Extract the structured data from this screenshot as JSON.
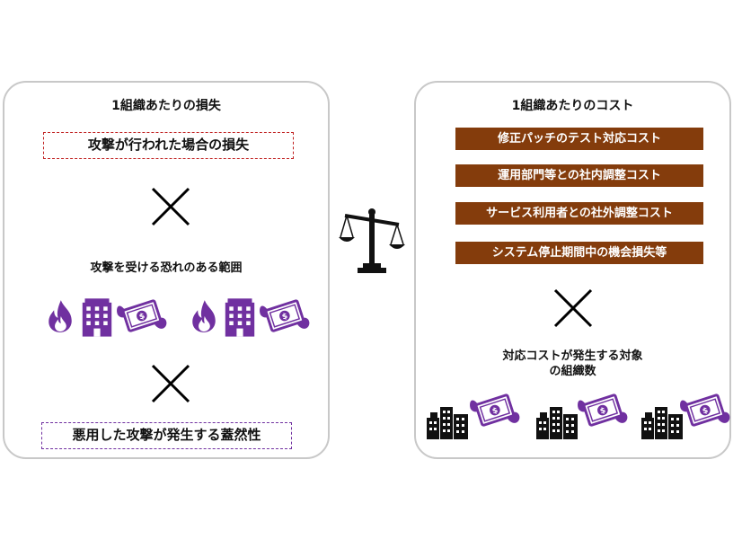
{
  "left_panel": {
    "title": "1組織あたりの損失",
    "loss_box": "攻撃が行われた場合の損失",
    "scope_label": "攻撃を受ける恐れのある範囲",
    "probability_box": "悪用した攻撃が発生する蓋然性",
    "icons": [
      "flame-icon",
      "office-building-icon",
      "flying-money-icon"
    ]
  },
  "right_panel": {
    "title": "1組織あたりのコスト",
    "cost_items": [
      "修正パッチのテスト対応コスト",
      "運用部門等との社内調整コスト",
      "サービス利用者との社外調整コスト",
      "システム停止期間中の機会損失等"
    ],
    "target_label_line1": "対応コストが発生する対象",
    "target_label_line2": "の組織数",
    "icons": [
      "city-buildings-icon",
      "flying-money-icon"
    ]
  },
  "center": {
    "icon": "balance-scale-icon"
  },
  "colors": {
    "purple": "#7030a0",
    "brown": "#843c0c",
    "red_dash": "#c02020",
    "panel_border": "#c8c8c8"
  }
}
